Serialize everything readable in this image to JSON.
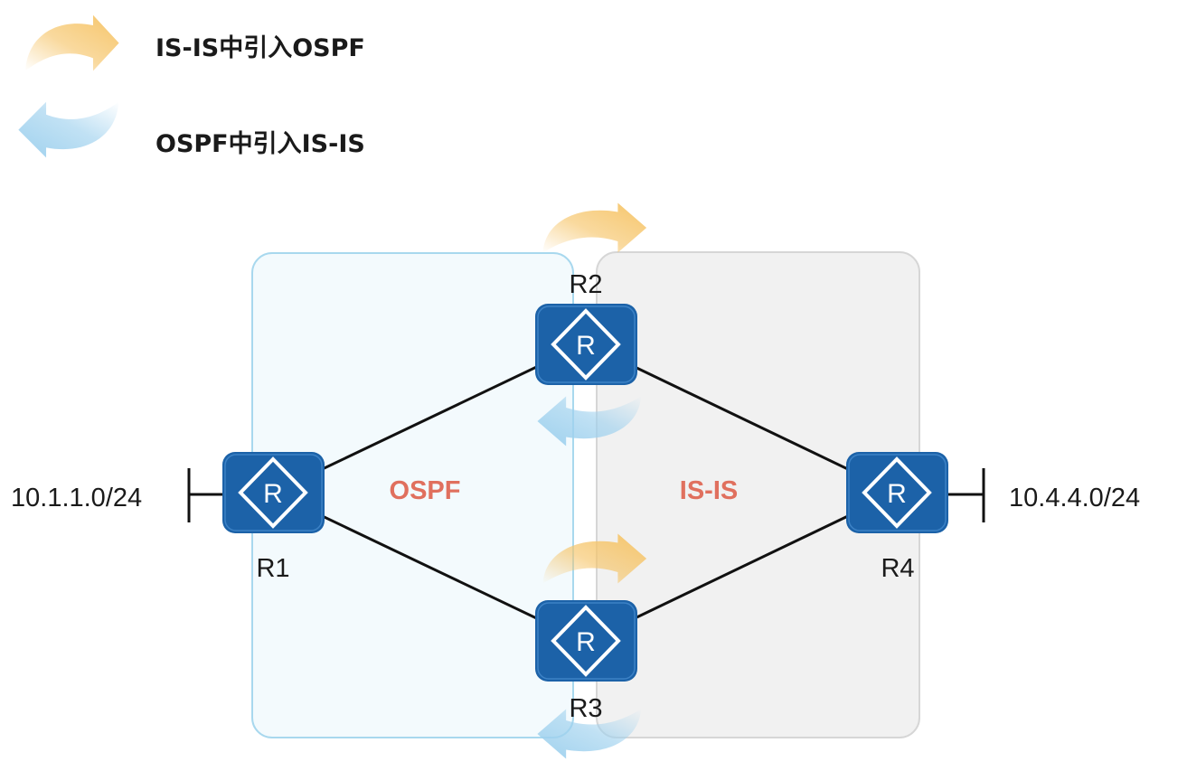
{
  "legend": {
    "redistribute_isis_into_ospf": "IS-IS中引入OSPF",
    "redistribute_ospf_into_isis": "OSPF中引入IS-IS"
  },
  "areas": {
    "ospf": {
      "label": "OSPF",
      "fill": "#f3fafd",
      "stroke": "#a8d8ee"
    },
    "isis": {
      "label": "IS-IS",
      "fill": "#f1f1f1",
      "stroke": "#d6d6d6"
    },
    "label_color": "#e0705e"
  },
  "routers": {
    "r1": {
      "label": "R1",
      "symbol": "R"
    },
    "r2": {
      "label": "R2",
      "symbol": "R"
    },
    "r3": {
      "label": "R3",
      "symbol": "R"
    },
    "r4": {
      "label": "R4",
      "symbol": "R"
    }
  },
  "networks": {
    "left": "10.1.1.0/24",
    "right": "10.4.4.0/24"
  },
  "colors": {
    "router_fill": "#1c62a8",
    "arrow_orange": "#f6c56a",
    "arrow_blue": "#9fd1ee"
  }
}
